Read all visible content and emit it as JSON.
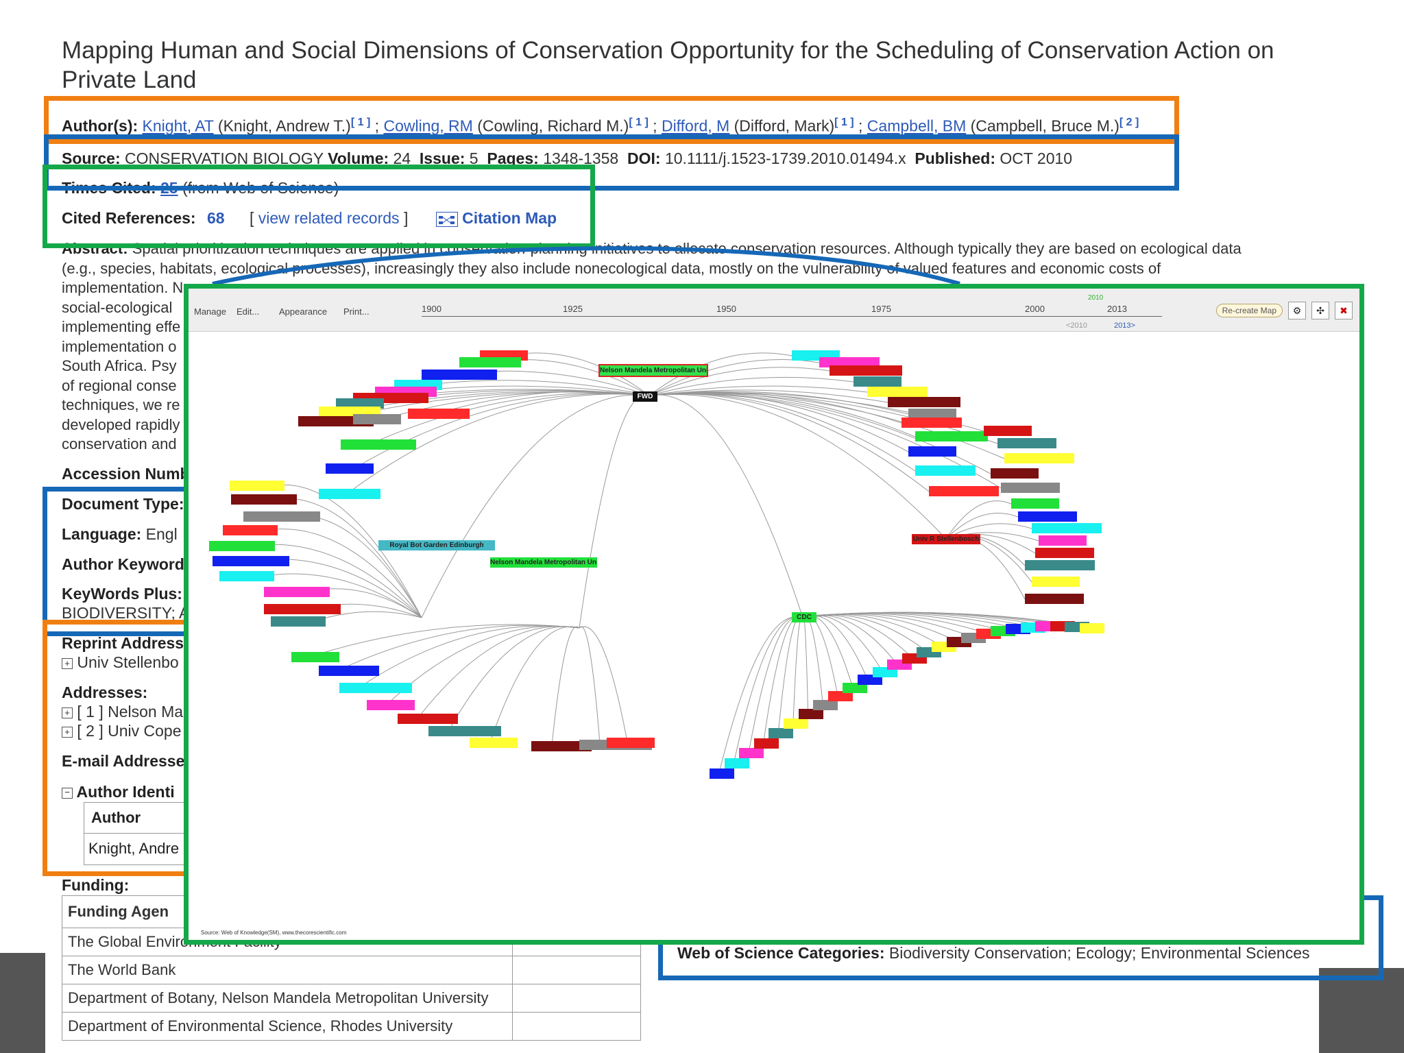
{
  "title": "Mapping Human and Social Dimensions of Conservation Opportunity for the Scheduling of Conservation Action on Private Land",
  "authors": {
    "label": "Author(s):",
    "a1": "Knight, AT",
    "a1_full": "(Knight, Andrew T.)",
    "a1_ref": "[ 1 ]",
    "a2": "Cowling, RM",
    "a2_full": "(Cowling, Richard M.)",
    "a2_ref": "[ 1 ]",
    "a3": "Difford, M",
    "a3_full": "(Difford, Mark)",
    "a3_ref": "[ 1 ]",
    "a4": "Campbell, BM",
    "a4_full": "(Campbell, Bruce M.)",
    "a4_ref": "[ 2 ]",
    "sep": ";"
  },
  "source": {
    "label": "Source:",
    "value": "CONSERVATION BIOLOGY",
    "volume_label": "Volume:",
    "volume": "24",
    "issue_label": "Issue:",
    "issue": "5",
    "pages_label": "Pages:",
    "pages": "1348-1358",
    "doi_label": "DOI:",
    "doi": "10.1111/j.1523-1739.2010.01494.x",
    "published_label": "Published:",
    "published": "OCT 2010"
  },
  "times_cited": {
    "label": "Times Cited:",
    "value": "25",
    "note": "(from Web of Science)"
  },
  "cited_refs": {
    "label": "Cited References:",
    "value": "68",
    "related": "view related records",
    "lb": "[",
    "rb": "]",
    "citation_map": "Citation Map"
  },
  "abstract": {
    "label": "Abstract:",
    "line1": "Spatial prioritization techniques are applied in conservation-planning initiatives to allocate conservation resources. Although typically they are based on ecological data",
    "line2": "(e.g., species, habitats, ecological processes), increasingly they also include nonecological data, mostly on the vulnerability of valued features and economic costs of",
    "line3": "implementation. N",
    "line4": "social-ecological",
    "line5": "implementing effe",
    "line6": "implementation o",
    "line7": "South Africa. Psy",
    "line8": "of regional conse",
    "line9": "techniques, we re",
    "line10": "developed rapidly",
    "line11": "conservation and"
  },
  "fields": {
    "accession": "Accession Numb",
    "doctype": "Document Type:",
    "language_label": "Language:",
    "language_value": "Engl",
    "author_keywords": "Author Keyword",
    "keywords_plus": "KeyWords Plus:",
    "keywords_value": "BIODIVERSITY; A",
    "reprint": "Reprint Address",
    "reprint_value": "Univ Stellenbo",
    "addresses": "Addresses:",
    "addr1": "[ 1 ] Nelson Ma",
    "addr2": "[ 2 ] Univ Cope",
    "email": "E-mail Addresse",
    "author_ident": "Author Identi",
    "author_col": "Author",
    "author_row": "Knight, Andre",
    "funding": "Funding:",
    "funding_agency": "Funding Agen",
    "fund1": "The Global Environment Facility",
    "fund2": "The World Bank",
    "fund3": "Department of Botany, Nelson Mandela Metropolitan University",
    "fund4": "Department of Environmental Science, Rhodes University",
    "wos_label": "Web of Science Categories:",
    "wos_value": "Biodiversity Conservation; Ecology; Environmental Sciences"
  },
  "map": {
    "toolbar": {
      "manage": "Manage",
      "edit": "Edit...",
      "appearance": "Appearance",
      "print": "Print...",
      "recreate": "Re-create Map"
    },
    "years": [
      "1900",
      "1925",
      "1950",
      "1975",
      "2000",
      "2013"
    ],
    "range_left": "<2010",
    "range_right": "2013>",
    "year_top": "2010",
    "footer": "Source: Web of Knowledge(SM), www.thecorescientific.com",
    "center_label": "Nelson Mandela Metropolitan Univ",
    "hub_main": "FWD",
    "hub_lower": "Nelson Mandela Metropolitan Univ",
    "hub_right": "Univ R Stellenbosch",
    "hub_left": "Royal Bot Garden Edinburgh",
    "hub_bottom_right": "CDC"
  },
  "colors": {
    "orange": "#f07f12",
    "blue": "#1668b7",
    "green": "#15a84a",
    "link": "#2e5bb8"
  }
}
